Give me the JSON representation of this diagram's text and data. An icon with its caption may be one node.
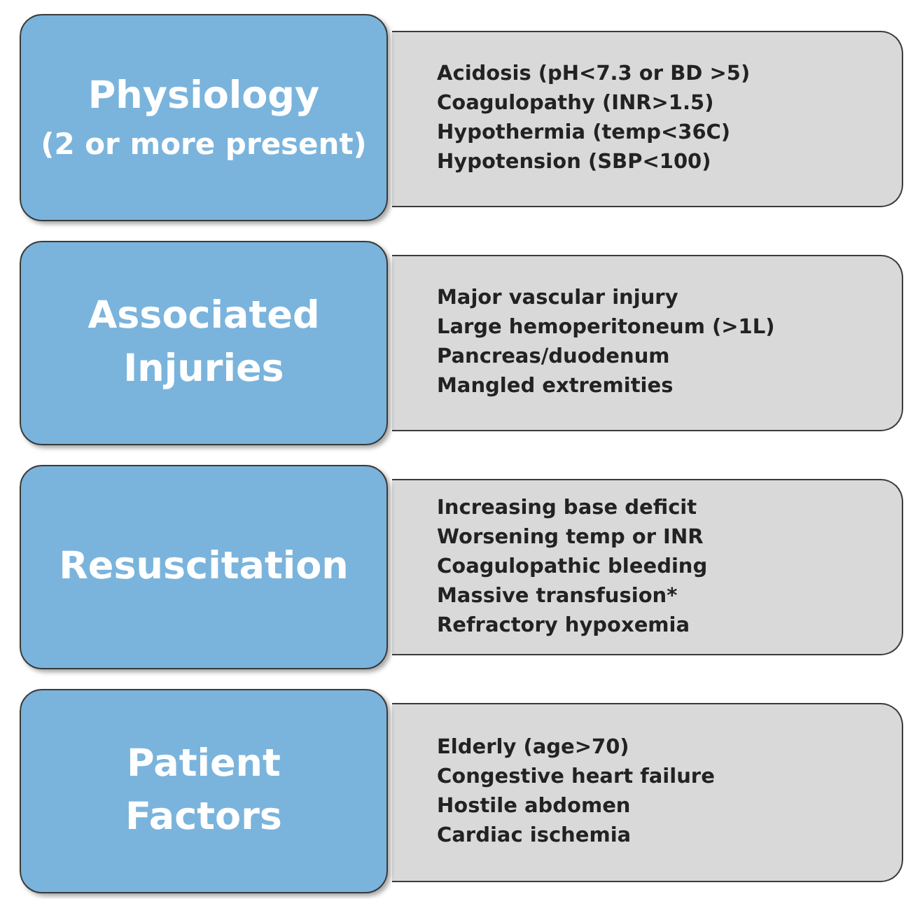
{
  "diagram": {
    "nodes": [
      {
        "text": [
          "Physiology",
          "(2 or more present)"
        ]
      },
      {
        "text": [
          "Acidosis (pH<7.3 or BD >5)",
          "Coagulopathy (INR>1.5)",
          "Hypothermia (temp<36C)",
          "Hypotension (SBP<100)"
        ]
      },
      {
        "text": [
          "Associated Injuries"
        ]
      },
      {
        "text": [
          "Major vascular injury",
          "Large hemoperitoneum (>1L)",
          "Pancreas/duodenum",
          "Mangled extremities"
        ]
      },
      {
        "text": [
          "Resuscitation"
        ]
      },
      {
        "text": [
          "Increasing base deficit",
          "Worsening temp or INR",
          "Coagulopathic bleeding",
          "Massive transfusion*",
          "Refractory hypoxemia"
        ]
      },
      {
        "text": [
          "Patient Factors"
        ]
      },
      {
        "text": [
          "Elderly (age>70)",
          "Congestive heart failure",
          "Hostile abdomen",
          "Cardiac ischemia"
        ]
      }
    ],
    "edges": []
  }
}
